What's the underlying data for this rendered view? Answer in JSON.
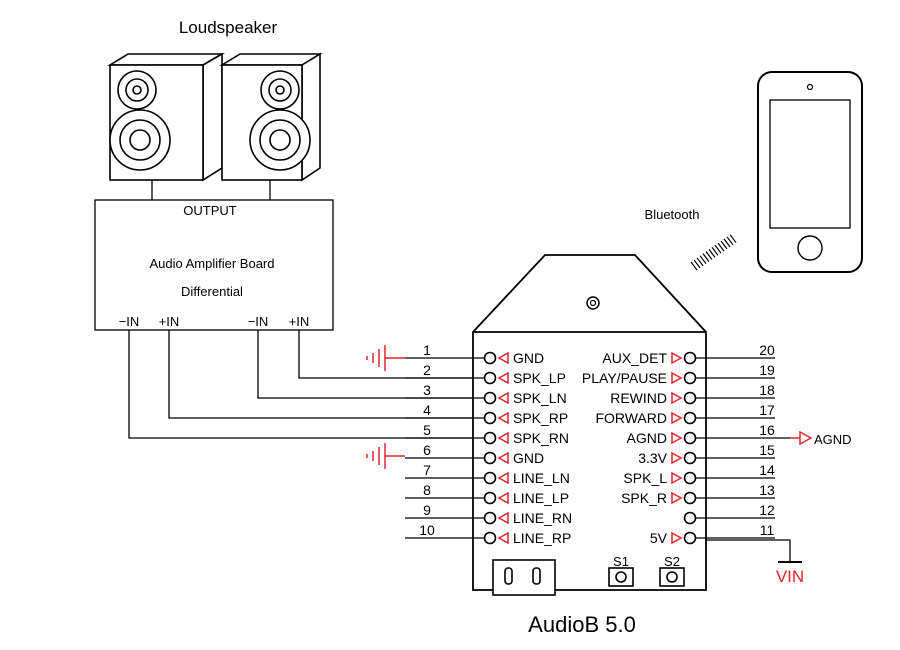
{
  "loudspeaker_label": "Loudspeaker",
  "amplifier": {
    "output_label": "OUTPUT",
    "title_line1": "Audio Amplifier Board",
    "title_line2": "Differential",
    "inputs": [
      "−IN",
      "+IN",
      "−IN",
      "+IN"
    ]
  },
  "bluetooth_label": "Bluetooth",
  "board_title": "AudioB 5.0",
  "left_pins": [
    {
      "num": "1",
      "label": "GND"
    },
    {
      "num": "2",
      "label": "SPK_LP"
    },
    {
      "num": "3",
      "label": "SPK_LN"
    },
    {
      "num": "4",
      "label": "SPK_RP"
    },
    {
      "num": "5",
      "label": "SPK_RN"
    },
    {
      "num": "6",
      "label": "GND"
    },
    {
      "num": "7",
      "label": "LINE_LN"
    },
    {
      "num": "8",
      "label": "LINE_LP"
    },
    {
      "num": "9",
      "label": "LINE_RN"
    },
    {
      "num": "10",
      "label": "LINE_RP"
    }
  ],
  "right_pins": [
    {
      "num": "20",
      "label": "AUX_DET"
    },
    {
      "num": "19",
      "label": "PLAY/PAUSE"
    },
    {
      "num": "18",
      "label": "REWIND"
    },
    {
      "num": "17",
      "label": "FORWARD"
    },
    {
      "num": "16",
      "label": "AGND"
    },
    {
      "num": "15",
      "label": "3.3V"
    },
    {
      "num": "14",
      "label": "SPK_L"
    },
    {
      "num": "13",
      "label": "SPK_R"
    },
    {
      "num": "12",
      "label": ""
    },
    {
      "num": "11",
      "label": "5V"
    }
  ],
  "switches": [
    "S1",
    "S2"
  ],
  "agnd_label": "AGND",
  "vin_label": "VIN",
  "colors": {
    "signal_red": "#e0262d",
    "line": "#000000"
  }
}
